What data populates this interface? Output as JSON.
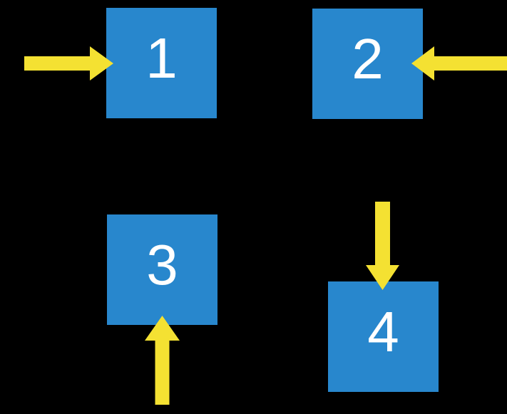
{
  "diagram": {
    "description": "Four numbered blue squares on a black background, each pointed at by a yellow arrow from a different side",
    "colors": {
      "background": "#000000",
      "box": "#2887CD",
      "arrow": "#F4E132",
      "label": "#FFFFFF"
    },
    "boxes": [
      {
        "label": "1",
        "arrow_points": "right",
        "arrow_enters_from": "left side"
      },
      {
        "label": "2",
        "arrow_points": "left",
        "arrow_enters_from": "right side"
      },
      {
        "label": "3",
        "arrow_points": "up",
        "arrow_enters_from": "bottom side"
      },
      {
        "label": "4",
        "arrow_points": "down",
        "arrow_enters_from": "top side"
      }
    ]
  }
}
